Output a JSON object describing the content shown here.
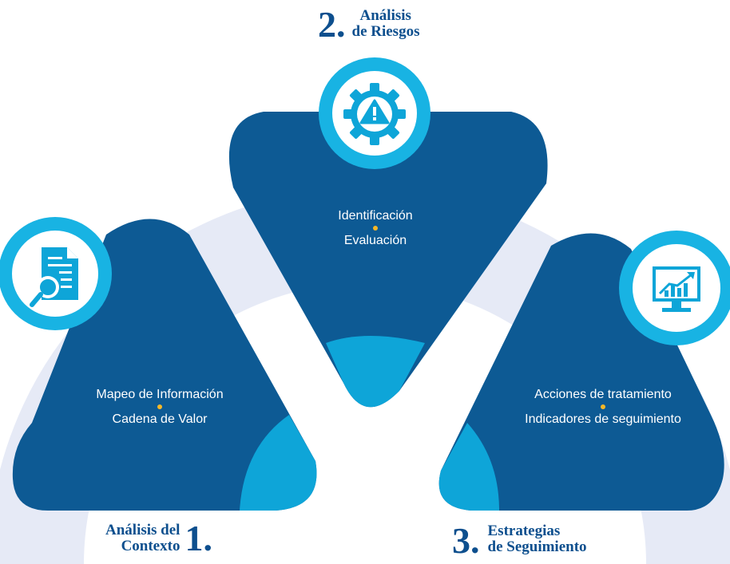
{
  "colors": {
    "arc": "#e6eaf6",
    "dark_blue": "#0d5a94",
    "light_blue": "#0ea5d8",
    "ring": "#18b3e3",
    "bullet": "#f7b827",
    "text_dark": "#0d4f8e"
  },
  "steps": [
    {
      "number": "1.",
      "title_line1": "Análisis del",
      "title_line2": "Contexto",
      "icon": "document-search-icon",
      "items": [
        "Mapeo de Información",
        "Cadena de Valor"
      ]
    },
    {
      "number": "2.",
      "title_line1": "Análisis",
      "title_line2": "de Riesgos",
      "icon": "gear-warning-icon",
      "items": [
        "Identificación",
        "Evaluación"
      ]
    },
    {
      "number": "3.",
      "title_line1": "Estrategias",
      "title_line2": "de Seguimiento",
      "icon": "monitor-chart-icon",
      "items": [
        "Acciones de tratamiento",
        "Indicadores de seguimiento"
      ]
    }
  ]
}
